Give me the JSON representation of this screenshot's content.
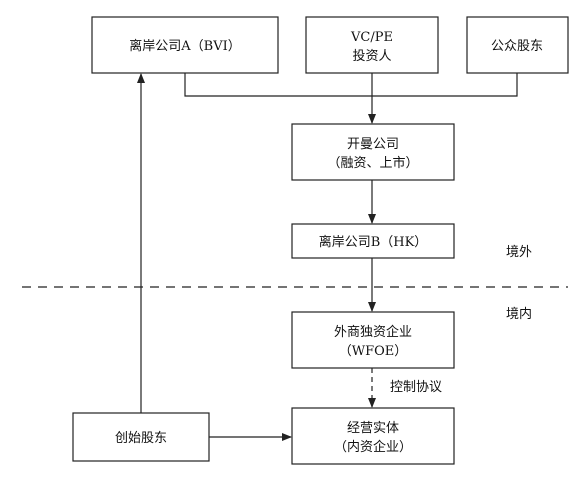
{
  "nodes": {
    "offshore_a": {
      "lines": [
        "离岸公司A（BVI）"
      ]
    },
    "vcpe": {
      "lines": [
        "VC/PE",
        "投资人"
      ]
    },
    "public": {
      "lines": [
        "公众股东"
      ]
    },
    "cayman": {
      "lines": [
        "开曼公司",
        "（融资、上市）"
      ]
    },
    "offshore_b": {
      "lines": [
        "离岸公司B（HK）"
      ]
    },
    "wfoe": {
      "lines": [
        "外商独资企业",
        "（WFOE）"
      ]
    },
    "founder": {
      "lines": [
        "创始股东"
      ]
    },
    "opco": {
      "lines": [
        "经营实体",
        "（内资企业）"
      ]
    }
  },
  "labels": {
    "offshore": "境外",
    "onshore": "境内",
    "control": "控制协议"
  }
}
